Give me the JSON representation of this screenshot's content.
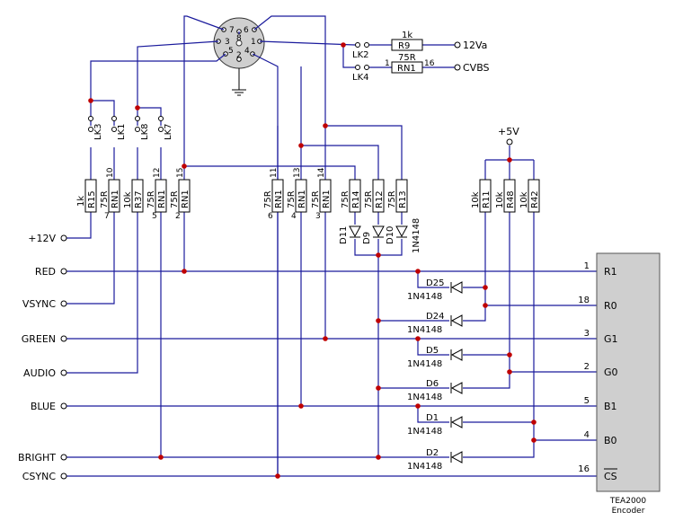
{
  "chip": {
    "name": "TEA2000",
    "subtitle": "Encoder",
    "pins": [
      {
        "num": "1",
        "label": "R1"
      },
      {
        "num": "18",
        "label": "R0"
      },
      {
        "num": "3",
        "label": "G1"
      },
      {
        "num": "2",
        "label": "G0"
      },
      {
        "num": "5",
        "label": "B1"
      },
      {
        "num": "4",
        "label": "B0"
      },
      {
        "num": "16",
        "label": "CS"
      }
    ]
  },
  "inputs": [
    "+12V",
    "RED",
    "VSYNC",
    "GREEN",
    "AUDIO",
    "BLUE",
    "BRIGHT",
    "CSYNC"
  ],
  "din_pins": [
    "7",
    "6",
    "3",
    "8",
    "1",
    "5",
    "2",
    "4"
  ],
  "links": [
    "LK3",
    "LK1",
    "LK8",
    "LK7",
    "LK2",
    "LK4"
  ],
  "top_right": {
    "r9_value": "1k",
    "r9_ref": "R9",
    "out1": "12Va",
    "rn_value": "75R",
    "rn_ref": "RN1",
    "rn_pin_left": "1",
    "rn_pin_right": "16",
    "out2": "CVBS"
  },
  "supply": "+5V",
  "vert_resistors": [
    {
      "value": "1k",
      "ref": "R15",
      "pin_top": "",
      "pin_bot": ""
    },
    {
      "value": "75R",
      "ref": "RN1",
      "pin_top": "10",
      "pin_bot": "7"
    },
    {
      "value": "10k",
      "ref": "R37",
      "pin_top": "",
      "pin_bot": ""
    },
    {
      "value": "75R",
      "ref": "RN1",
      "pin_top": "12",
      "pin_bot": "5"
    },
    {
      "value": "75R",
      "ref": "RN1",
      "pin_top": "15",
      "pin_bot": "2"
    },
    {
      "value": "75R",
      "ref": "RN1",
      "pin_top": "11",
      "pin_bot": "6"
    },
    {
      "value": "75R",
      "ref": "RN1",
      "pin_top": "13",
      "pin_bot": "4"
    },
    {
      "value": "75R",
      "ref": "RN1",
      "pin_top": "14",
      "pin_bot": "3"
    },
    {
      "value": "75R",
      "ref": "R14",
      "pin_top": "",
      "pin_bot": ""
    },
    {
      "value": "75R",
      "ref": "R12",
      "pin_top": "",
      "pin_bot": ""
    },
    {
      "value": "75R",
      "ref": "R13",
      "pin_top": "",
      "pin_bot": ""
    },
    {
      "value": "10k",
      "ref": "R11",
      "pin_top": "",
      "pin_bot": ""
    },
    {
      "value": "10k",
      "ref": "R48",
      "pin_top": "",
      "pin_bot": ""
    },
    {
      "value": "10k",
      "ref": "R42",
      "pin_top": "",
      "pin_bot": ""
    }
  ],
  "upper_diodes": {
    "refs": [
      "D11",
      "D9",
      "D10"
    ],
    "type": "1N4148"
  },
  "diodes": [
    {
      "ref": "D25",
      "type": "1N4148"
    },
    {
      "ref": "D24",
      "type": "1N4148"
    },
    {
      "ref": "D5",
      "type": "1N4148"
    },
    {
      "ref": "D6",
      "type": "1N4148"
    },
    {
      "ref": "D1",
      "type": "1N4148"
    },
    {
      "ref": "D2",
      "type": "1N4148"
    }
  ]
}
